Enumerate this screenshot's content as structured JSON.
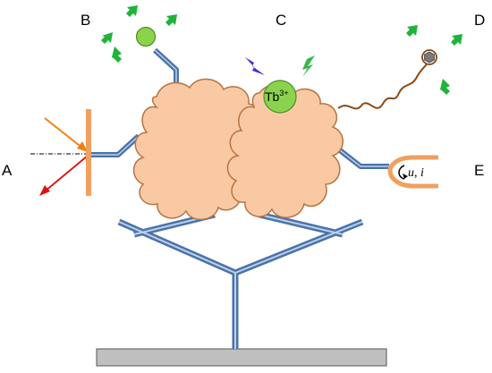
{
  "labels": {
    "a": "A",
    "b": "B",
    "c": "C",
    "d": "D",
    "e": "E"
  },
  "terbium": {
    "symbol": "Tb",
    "charge": "3+"
  },
  "circuit": {
    "text": "u, i"
  },
  "colors": {
    "antibody": "#4a73a8",
    "antibody_light": "#bcd0ec",
    "protein_fill": "#f9c9a4",
    "protein_stroke": "#b8733e",
    "substrate_fill": "#bfbfbf",
    "substrate_stroke": "#555555",
    "fluor_green": "#8cd34d",
    "emission_arrow": "#1fb33a",
    "sensor_orange": "#f0a060",
    "light_in": "#f07f10",
    "light_out": "#e01010",
    "flash_purple": "#4b2ed0",
    "flash_green": "#39b54a",
    "linker_brown": "#8a4a16"
  },
  "icons": {
    "fluorophore": "fluorescent-dot-icon",
    "emission": "emission-arrows-icon",
    "lanthanide": "lanthanide-ion-icon",
    "nanoparticle": "nanoparticle-hexagon-icon",
    "electrode": "electrode-loop-icon"
  }
}
